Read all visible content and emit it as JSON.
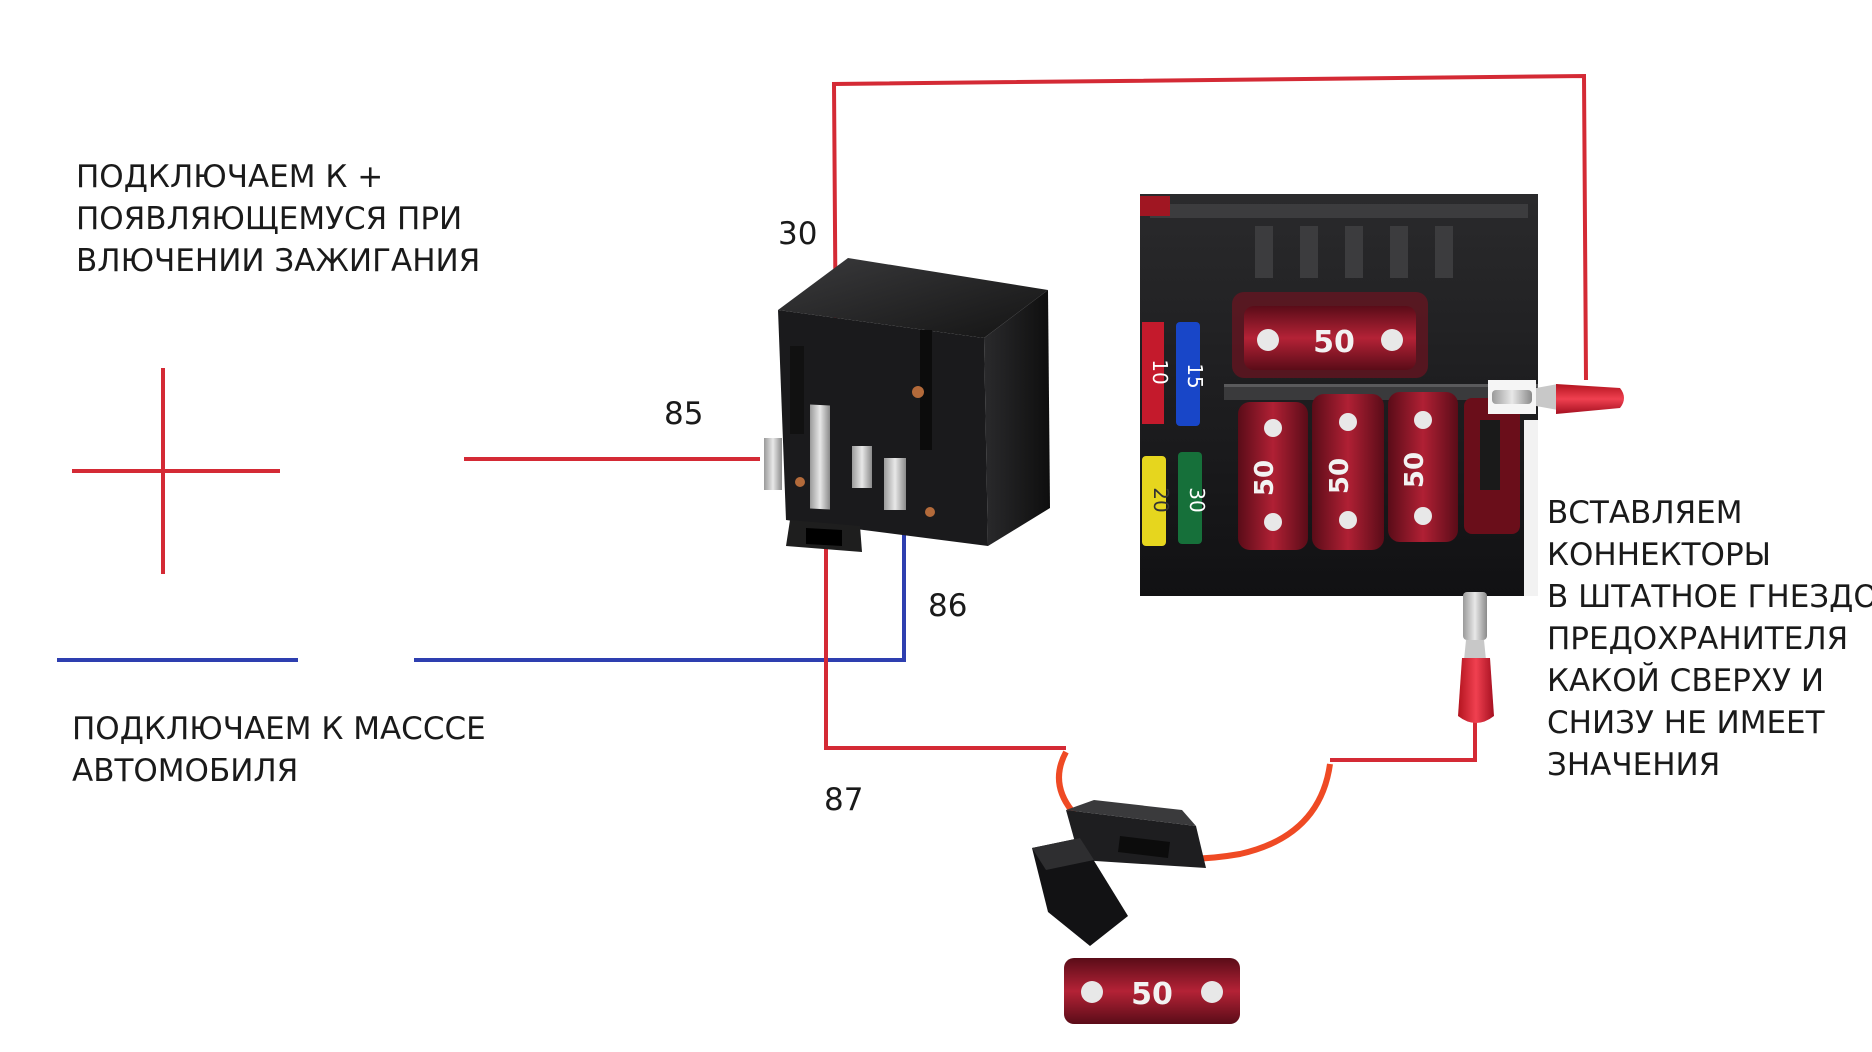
{
  "labels": {
    "ignition": [
      "ПОДКЛЮЧАЕМ К +",
      "ПОЯВЛЯЮЩЕМУСЯ ПРИ",
      "ВЛЮЧЕНИИ ЗАЖИГАНИЯ"
    ],
    "ground": [
      "ПОДКЛЮЧАЕМ К МАССCE",
      "АВТОМОБИЛЯ"
    ],
    "connectors": [
      "ВСТАВЛЯЕМ",
      "КОННЕКТОРЫ",
      "В ШТАТНОЕ ГНЕЗДО",
      "ПРЕДОХРАНИТЕЛЯ",
      "КАКОЙ СВЕРХУ И",
      "СНИЗУ НЕ ИМЕЕТ",
      "ЗНАЧЕНИЯ"
    ]
  },
  "pins": {
    "p30": "30",
    "p85": "85",
    "p86": "86",
    "p87": "87"
  },
  "fuses": {
    "big_top": "50",
    "row_a": "50",
    "row_b": "50",
    "row_c": "50",
    "inline": "50",
    "blue": "15",
    "red": "10",
    "yellow": "20",
    "green": "30"
  },
  "colors": {
    "positive_wire": "#d42a35",
    "ground_wire": "#2e3fb0",
    "relay_body": "#1c1c1e",
    "fuse_red": "#8e1424",
    "inline_wire": "#ef4a24"
  }
}
